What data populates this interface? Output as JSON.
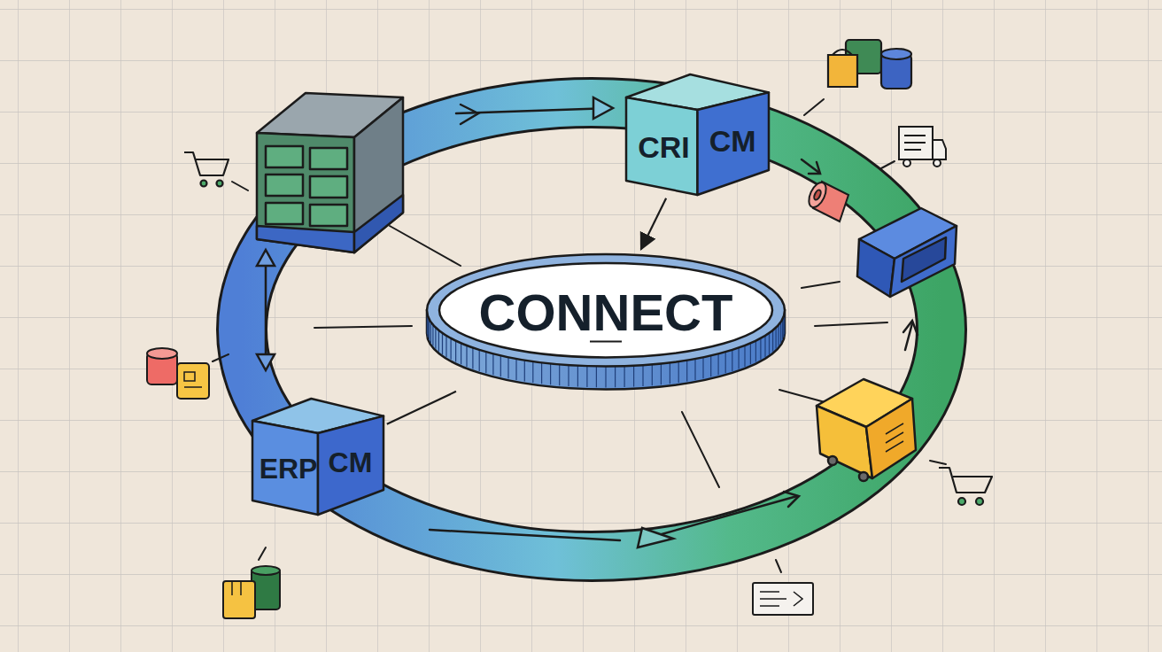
{
  "diagram": {
    "nodes": [
      {
        "text": [
          "CRI",
          "CM"
        ]
      },
      {
        "text": [
          "CONNECT"
        ]
      },
      {
        "text": [
          "ERP",
          "CM"
        ]
      }
    ],
    "edges": [
      {
        "from": 0,
        "to": 1,
        "arrow": "to"
      },
      {
        "from": 2,
        "to": 1,
        "arrow": "none"
      }
    ]
  }
}
